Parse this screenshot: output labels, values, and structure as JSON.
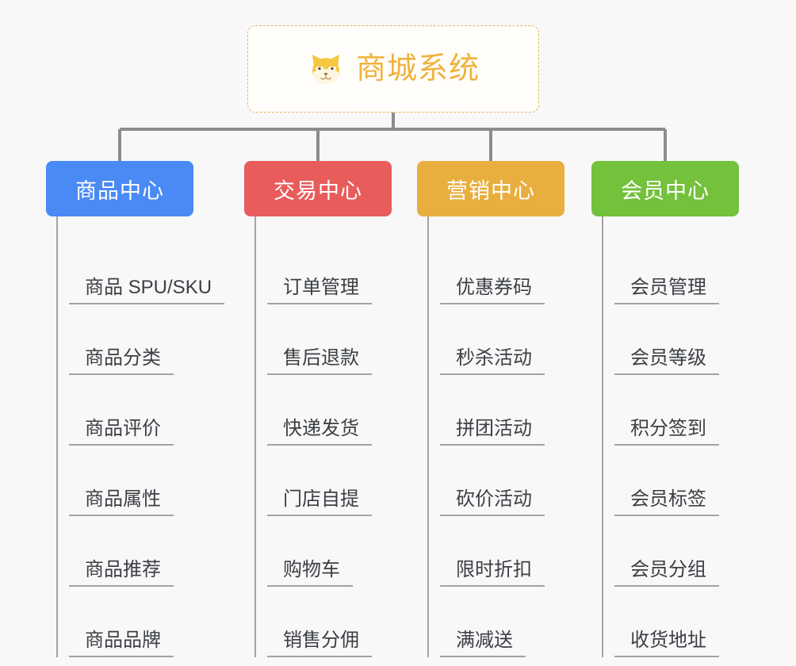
{
  "root": {
    "title": "商城系统",
    "icon": "shiba-dog-face-icon",
    "border_color": "#e9b659",
    "text_color": "#f0b23c"
  },
  "canvas": {
    "background": "#f8f8f8",
    "connector_color": "#8c8c8c",
    "leaf_line_color": "#a3a3a3"
  },
  "branches": [
    {
      "label": "商品中心",
      "color": "#4a8af4",
      "items": [
        "商品 SPU/SKU",
        "商品分类",
        "商品评价",
        "商品属性",
        "商品推荐",
        "商品品牌"
      ]
    },
    {
      "label": "交易中心",
      "color": "#e85c5c",
      "items": [
        "订单管理",
        "售后退款",
        "快递发货",
        "门店自提",
        "购物车",
        "销售分佣"
      ]
    },
    {
      "label": "营销中心",
      "color": "#e8ae3e",
      "items": [
        "优惠券码",
        "秒杀活动",
        "拼团活动",
        "砍价活动",
        "限时折扣",
        "满减送"
      ]
    },
    {
      "label": "会员中心",
      "color": "#74c13c",
      "items": [
        "会员管理",
        "会员等级",
        "积分签到",
        "会员标签",
        "会员分组",
        "收货地址"
      ]
    }
  ]
}
